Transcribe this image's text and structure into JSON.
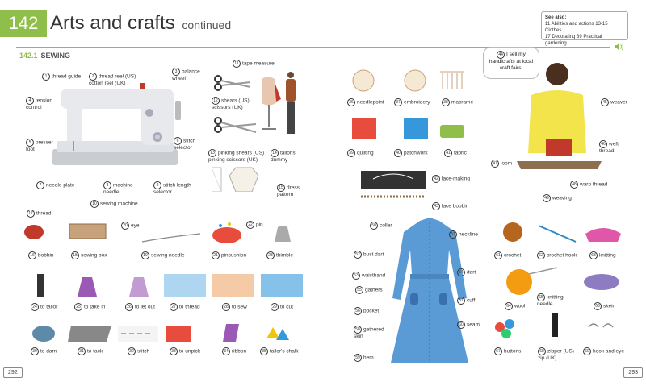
{
  "header": {
    "chapter_number": "142",
    "title": "Arts and crafts",
    "subtitle": "continued",
    "see_also_title": "See also:",
    "see_also_line1": "11 Abilities and actions  13-15 Clothes",
    "see_also_line2": "17 Decorating  39 Practical gardening"
  },
  "section": {
    "number": "142.1",
    "title": "SEWING"
  },
  "bubble_text": "I sell my handicrafts at local craft fairs.",
  "bubble_num": "44",
  "sewing_machine_labels": [
    {
      "num": "1",
      "text": "thread guide"
    },
    {
      "num": "2",
      "text": "thread reel (US) cotton reel (UK)"
    },
    {
      "num": "3",
      "text": "balance wheel"
    },
    {
      "num": "4",
      "text": "tension control"
    },
    {
      "num": "5",
      "text": "presser foot"
    },
    {
      "num": "6",
      "text": "stitch selector"
    },
    {
      "num": "7",
      "text": "needle plate"
    },
    {
      "num": "8",
      "text": "machine needle"
    },
    {
      "num": "9",
      "text": "stitch length selector"
    },
    {
      "num": "10",
      "text": "sewing machine"
    }
  ],
  "tools_labels": [
    {
      "num": "11",
      "text": "tape measure"
    },
    {
      "num": "12",
      "text": "shears (US) scissors (UK)"
    },
    {
      "num": "13",
      "text": "pinking shears (US) pinking scissors (UK)"
    },
    {
      "num": "14",
      "text": "tailor's dummy"
    },
    {
      "num": "15",
      "text": "dress pattern"
    }
  ],
  "row1": [
    {
      "num": "17",
      "text": "thread"
    },
    {
      "num": "16",
      "text": "bobbin"
    },
    {
      "num": "18",
      "text": "sewing box"
    },
    {
      "num": "20",
      "text": "eye"
    },
    {
      "num": "19",
      "text": "sewing needle"
    },
    {
      "num": "22",
      "text": "pin"
    },
    {
      "num": "21",
      "text": "pincushion"
    },
    {
      "num": "23",
      "text": "thimble"
    }
  ],
  "row2": [
    {
      "num": "24",
      "text": "to tailor"
    },
    {
      "num": "25",
      "text": "to take in"
    },
    {
      "num": "26",
      "text": "to let out"
    },
    {
      "num": "27",
      "text": "to thread"
    },
    {
      "num": "28",
      "text": "to sew"
    },
    {
      "num": "29",
      "text": "to cut"
    }
  ],
  "row3": [
    {
      "num": "30",
      "text": "to darn"
    },
    {
      "num": "31",
      "text": "to tack"
    },
    {
      "num": "32",
      "text": "stitch"
    },
    {
      "num": "33",
      "text": "to unpick"
    },
    {
      "num": "34",
      "text": "ribbon"
    },
    {
      "num": "35",
      "text": "tailor's chalk"
    }
  ],
  "crafts": [
    {
      "num": "36",
      "text": "needlepoint"
    },
    {
      "num": "37",
      "text": "embroidery"
    },
    {
      "num": "38",
      "text": "macramé"
    },
    {
      "num": "39",
      "text": "quilting"
    },
    {
      "num": "40",
      "text": "patchwork"
    },
    {
      "num": "41",
      "text": "fabric"
    },
    {
      "num": "42",
      "text": "lace-making"
    },
    {
      "num": "43",
      "text": "lace bobbin"
    }
  ],
  "weaving": [
    {
      "num": "45",
      "text": "weaver"
    },
    {
      "num": "46",
      "text": "weft thread"
    },
    {
      "num": "47",
      "text": "loom"
    },
    {
      "num": "48",
      "text": "warp thread"
    },
    {
      "num": "49",
      "text": "weaving"
    }
  ],
  "dress": [
    {
      "num": "50",
      "text": "collar"
    },
    {
      "num": "51",
      "text": "neckline"
    },
    {
      "num": "52",
      "text": "bust dart"
    },
    {
      "num": "53",
      "text": "waistband"
    },
    {
      "num": "54",
      "text": "dart"
    },
    {
      "num": "55",
      "text": "gathers"
    },
    {
      "num": "56",
      "text": "pocket"
    },
    {
      "num": "57",
      "text": "cuff"
    },
    {
      "num": "58",
      "text": "gathered skirt"
    },
    {
      "num": "59",
      "text": "hem"
    },
    {
      "num": "60",
      "text": "seam"
    }
  ],
  "right_items": [
    {
      "num": "61",
      "text": "crochet"
    },
    {
      "num": "62",
      "text": "crochet hook"
    },
    {
      "num": "63",
      "text": "knitting"
    },
    {
      "num": "64",
      "text": "wool"
    },
    {
      "num": "65",
      "text": "knitting needle"
    },
    {
      "num": "66",
      "text": "skein"
    },
    {
      "num": "67",
      "text": "buttons"
    },
    {
      "num": "68",
      "text": "zipper (US) zip (UK)"
    },
    {
      "num": "69",
      "text": "hook and eye"
    }
  ],
  "page_left": "292",
  "page_right": "293",
  "colors": {
    "accent": "#8fbf4a",
    "dress": "#5b9bd5",
    "weaver_shirt": "#f2e44a"
  }
}
